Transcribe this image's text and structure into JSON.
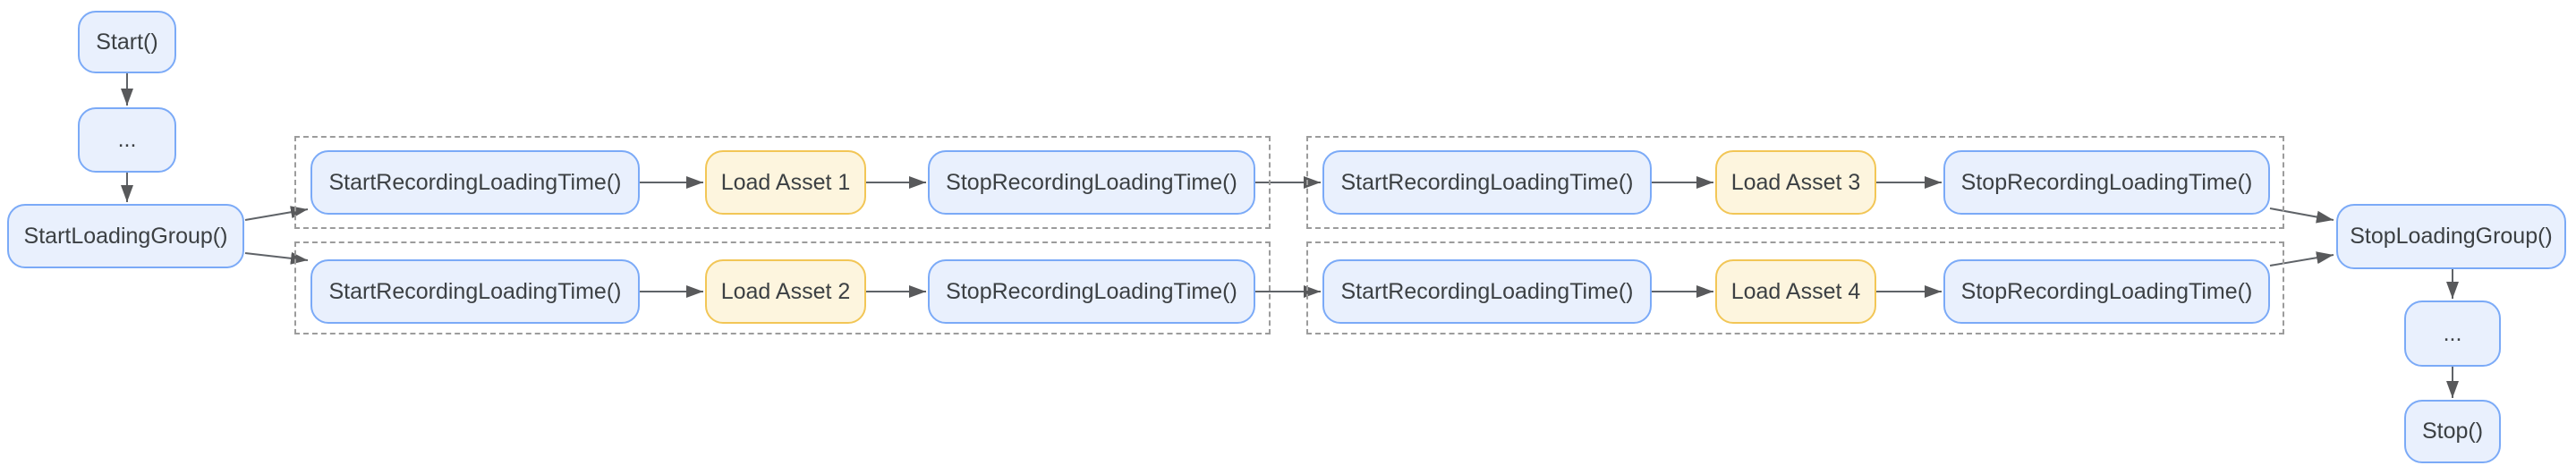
{
  "diagram": {
    "type": "flowchart",
    "description": "Asset loading group timing flow with two parallel loading lanes across two sequential loading phases",
    "colors": {
      "background": "#ffffff",
      "node_fill": "#e9f0fd",
      "node_border": "#7baaf7",
      "asset_node_fill": "#fdf5de",
      "asset_node_border": "#f2c656",
      "text": "#3c4043",
      "arrow": "#5f6368",
      "dashed_frame_border": "#9c9c9c"
    },
    "nodes": {
      "start": "Start()",
      "ellipsis_top": "...",
      "start_loading_group": "StartLoadingGroup()",
      "g1r1_start": "StartRecordingLoadingTime()",
      "g1r1_asset": "Load Asset 1",
      "g1r1_stop": "StopRecordingLoadingTime()",
      "g1r2_start": "StartRecordingLoadingTime()",
      "g1r2_asset": "Load Asset 2",
      "g1r2_stop": "StopRecordingLoadingTime()",
      "g2r1_start": "StartRecordingLoadingTime()",
      "g2r1_asset": "Load Asset 3",
      "g2r1_stop": "StopRecordingLoadingTime()",
      "g2r2_start": "StartRecordingLoadingTime()",
      "g2r2_asset": "Load Asset 4",
      "g2r2_stop": "StopRecordingLoadingTime()",
      "stop_loading_group": "StopLoadingGroup()",
      "ellipsis_bottom": "...",
      "stop": "Stop()"
    }
  }
}
